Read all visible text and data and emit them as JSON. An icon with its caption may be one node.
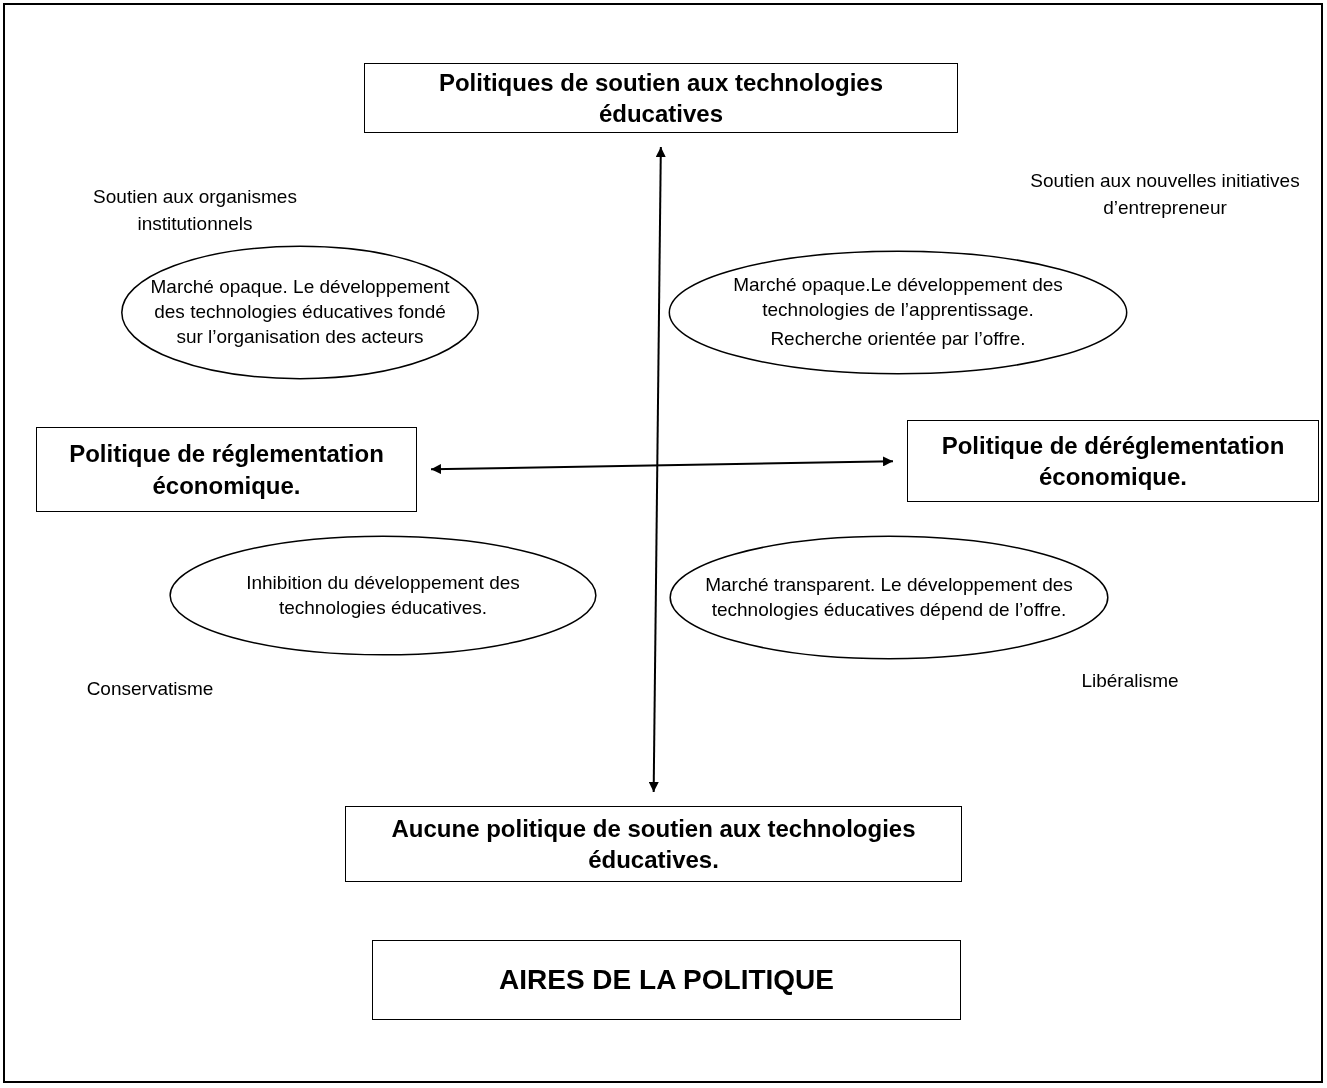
{
  "diagram": {
    "nodes": [
      {
        "text": [
          "Politiques de soutien aux technologies éducatives"
        ]
      },
      {
        "text": [
          "Marché opaque. Le développement des technologies éducatives fondé sur l’organisation des acteurs"
        ]
      },
      {
        "text": [
          "Marché opaque.Le développement des technologies de l’apprentissage.",
          "Recherche orientée par l’offre."
        ]
      },
      {
        "text": [
          "Politique de réglementation économique."
        ]
      },
      {
        "text": [
          "Politique de déréglementation économique."
        ]
      },
      {
        "text": [
          "Inhibition du développement des technologies éducatives."
        ]
      },
      {
        "text": [
          "Marché transparent. Le développement des technologies éducatives dépend de l’offre."
        ]
      },
      {
        "text": [
          "Aucune politique de soutien aux technologies éducatives."
        ]
      },
      {
        "text": [
          "AIRES DE LA POLITIQUE"
        ]
      }
    ],
    "edges": [
      {
        "from": 0,
        "to": 7,
        "arrow": "both"
      },
      {
        "from": 3,
        "to": 4,
        "arrow": "both"
      }
    ],
    "labels": [
      "Soutien aux organismes institutionnels",
      "Soutien aux nouvelles initiatives d’entrepreneur",
      "Conservatisme",
      "Libéralisme"
    ]
  }
}
